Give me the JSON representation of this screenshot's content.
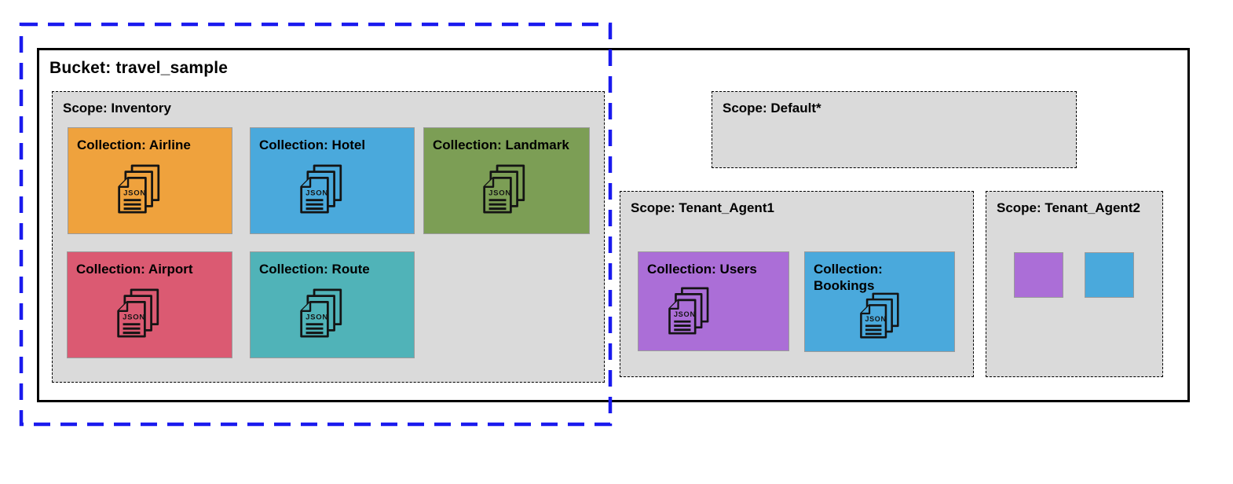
{
  "bucket": {
    "label": "Bucket: travel_sample"
  },
  "scopes": {
    "inventory": {
      "label": "Scope: Inventory",
      "collections": [
        {
          "label": "Collection: Airline",
          "color": "#EFA23D"
        },
        {
          "label": "Collection: Hotel",
          "color": "#4AA9DC"
        },
        {
          "label": "Collection: Landmark",
          "color": "#7C9E55"
        },
        {
          "label": "Collection: Airport",
          "color": "#DB5A72"
        },
        {
          "label": "Collection: Route",
          "color": "#50B3B8"
        }
      ]
    },
    "default": {
      "label": "Scope: Default*",
      "collections": []
    },
    "tenant_agent1": {
      "label": "Scope: Tenant_Agent1",
      "collections": [
        {
          "label": "Collection: Users",
          "color": "#AB6ED7"
        },
        {
          "label": "Collection: Bookings",
          "color": "#4AA9DC"
        }
      ]
    },
    "tenant_agent2": {
      "label": "Scope: Tenant_Agent2",
      "collections": [
        {
          "label": "",
          "color": "#AB6ED7"
        },
        {
          "label": "",
          "color": "#4AA9DC"
        }
      ]
    }
  },
  "icons": {
    "document_stack": "json-documents-icon"
  },
  "colors": {
    "highlight_border": "#1A1AEE",
    "bucket_border": "#000000",
    "scope_background": "#DADADA",
    "scope_border": "#000000",
    "tile_border": "#9A9A9A",
    "icon_stroke": "#141414"
  }
}
